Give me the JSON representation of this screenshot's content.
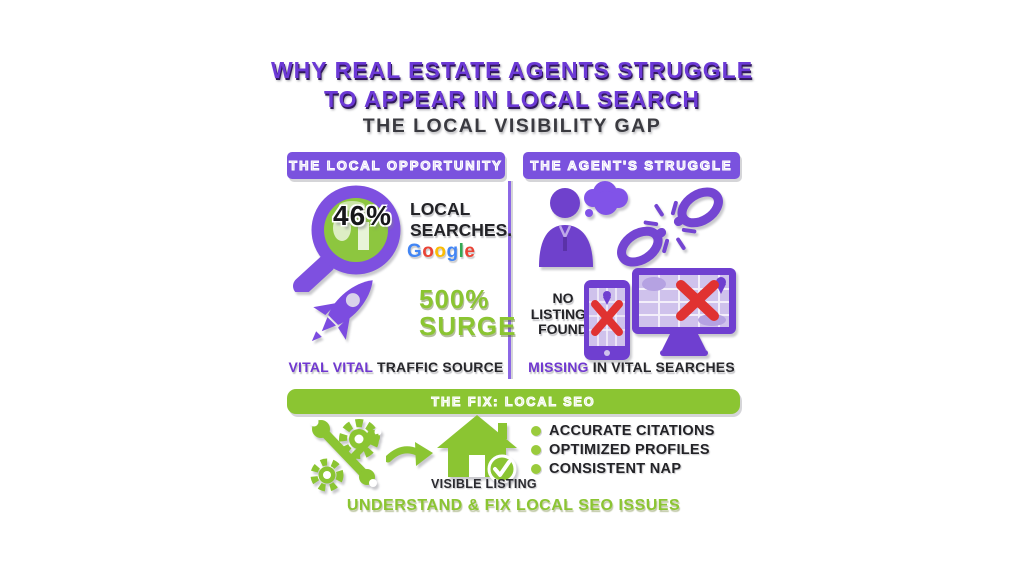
{
  "page": {
    "background": "#FFFFFF"
  },
  "colors": {
    "purple_title": "#6C39D6",
    "purple_bar": "#7A52DE",
    "purple_icon": "#7445D2",
    "purple_accent": "#7038D0",
    "green": "#8BC532",
    "dark_text": "#232327",
    "red_x": "#E03231",
    "screen_light": "#CFC2EC"
  },
  "header": {
    "title_line1": "WHY REAL ESTATE AGENTS STRUGGLE",
    "title_line2": "TO APPEAR IN LOCAL SEARCH",
    "subtitle": "THE LOCAL VISIBILITY GAP"
  },
  "left_column": {
    "header": "THE LOCAL OPPORTUNITY",
    "stat_percent": "46%",
    "stat_label_line1": "LOCAL",
    "stat_label_line2": "SEARCHES.",
    "google_letters": [
      {
        "ch": "G",
        "color": "#4285F4"
      },
      {
        "ch": "o",
        "color": "#EA4335"
      },
      {
        "ch": "o",
        "color": "#FBBC05"
      },
      {
        "ch": "g",
        "color": "#4285F4"
      },
      {
        "ch": "l",
        "color": "#34A853"
      },
      {
        "ch": "e",
        "color": "#EA4335"
      }
    ],
    "surge_line1": "500%",
    "surge_line2": "SURGE",
    "caption_highlight": "VITAL VITAL",
    "caption_rest": " TRAFFIC SOURCE"
  },
  "right_column": {
    "header": "THE AGENT'S STRUGGLE",
    "no_listings_line1": "NO",
    "no_listings_line2": "LISTINGS",
    "no_listings_line3": "FOUND",
    "caption_highlight": "MISSING",
    "caption_rest": " IN VITAL SEARCHES"
  },
  "fix_section": {
    "header": "THE FIX: LOCAL SEO",
    "visible_listing_label": "VISIBLE LISTING",
    "bullets": [
      "ACCURATE CITATIONS",
      "OPTIMIZED PROFILES",
      "CONSISTENT NAP"
    ],
    "caption": "UNDERSTAND & FIX LOCAL SEO ISSUES"
  },
  "icons": [
    "magnifier-globe-icon",
    "rocket-icon",
    "agent-person-icon",
    "thought-cloud-icon",
    "broken-chain-icon",
    "monitor-map-icon",
    "phone-map-icon",
    "map-pin-icon",
    "red-x-icon",
    "gears-wrench-icon",
    "arrow-right-icon",
    "house-check-icon",
    "check-circle-icon",
    "bullet-dot-icon",
    "google-logo"
  ]
}
